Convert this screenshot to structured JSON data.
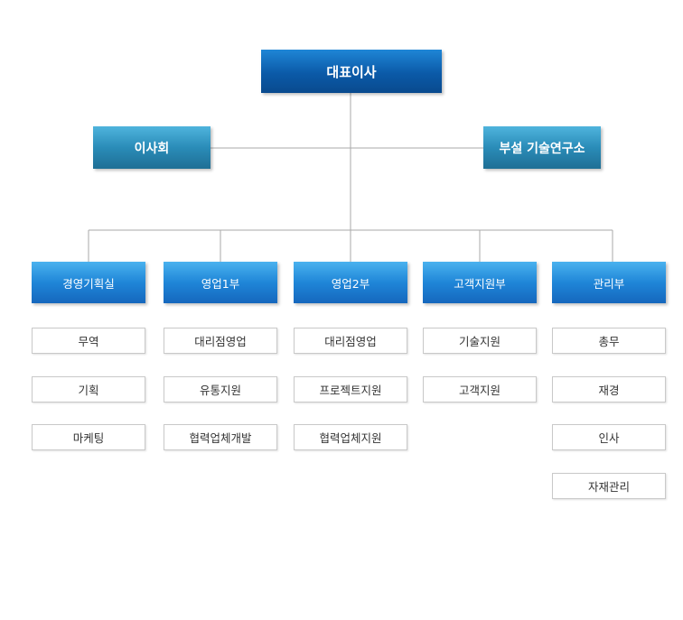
{
  "ceo": "대표이사",
  "board": "이사회",
  "lab": "부설 기술연구소",
  "departments": [
    {
      "name": "경영기획실",
      "teams": [
        "무역",
        "기획",
        "마케팅"
      ]
    },
    {
      "name": "영업1부",
      "teams": [
        "대리점영업",
        "유통지원",
        "협력업체개발"
      ]
    },
    {
      "name": "영업2부",
      "teams": [
        "대리점영업",
        "프로젝트지원",
        "협력업체지원"
      ]
    },
    {
      "name": "고객지원부",
      "teams": [
        "기술지원",
        "고객지원"
      ]
    },
    {
      "name": "관리부",
      "teams": [
        "총무",
        "재경",
        "인사",
        "자재관리"
      ]
    }
  ],
  "colors": {
    "ceo": "#0b5aa8",
    "side": "#2a8cb8",
    "dept": "#1f86d8",
    "connector": "#aaaaaa",
    "sub_border": "#c9c9c9"
  }
}
